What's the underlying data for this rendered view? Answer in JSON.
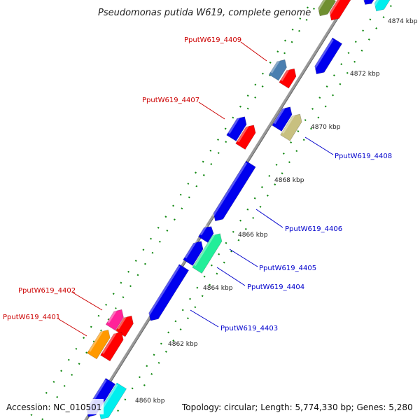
{
  "title": "Pseudomonas putida W619, complete genome",
  "footer": {
    "accession": "Accession: NC_010501",
    "topology": "Topology: circular; Length: 5,774,330 bp; Genes: 5,280"
  },
  "ticks": [
    "4874 kbp",
    "4872 kbp",
    "4870 kbp",
    "4868 kbp",
    "4866 kbp",
    "4864 kbp",
    "4862 kbp",
    "4860 kbp"
  ],
  "labels": [
    {
      "text": "PputW619_4409",
      "color": "#cc0000"
    },
    {
      "text": "PputW619_4407",
      "color": "#cc0000"
    },
    {
      "text": "PputW619_4408",
      "color": "#0000cc"
    },
    {
      "text": "PputW619_4406",
      "color": "#0000cc"
    },
    {
      "text": "PputW619_4405",
      "color": "#0000cc"
    },
    {
      "text": "PputW619_4404",
      "color": "#0000cc"
    },
    {
      "text": "PputW619_4402",
      "color": "#cc0000"
    },
    {
      "text": "PputW619_4401",
      "color": "#cc0000"
    },
    {
      "text": "PputW619_4403",
      "color": "#0000cc"
    }
  ],
  "colors": {
    "red": "#ff0000",
    "blue": "#0000ee",
    "steel": "#4a7fb0",
    "khaki": "#c8c080",
    "mint": "#22ee99",
    "pink": "#ff2299",
    "orange": "#ff9900",
    "cyan": "#00eeee",
    "olive": "#6f8f30",
    "backbone": "#999999",
    "dots": "#118811"
  }
}
